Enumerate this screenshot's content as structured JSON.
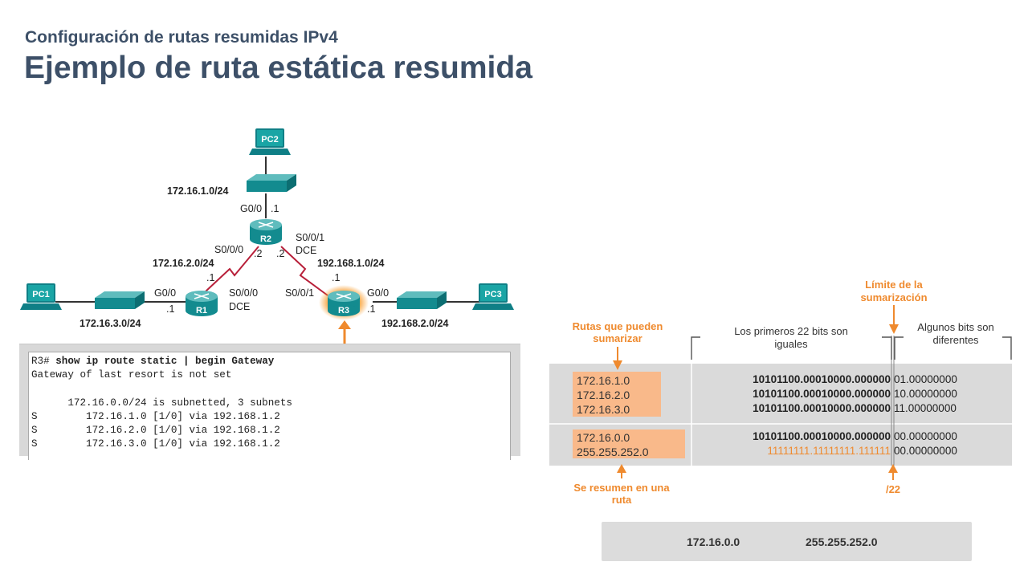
{
  "header": {
    "subtitle": "Configuración de rutas resumidas IPv4",
    "title": "Ejemplo de ruta estática resumida"
  },
  "topology": {
    "devices": {
      "pc1": "PC1",
      "pc2": "PC2",
      "pc3": "PC3",
      "r1": "R1",
      "r2": "R2",
      "r3": "R3"
    },
    "networks": {
      "lan_r2": "172.16.1.0/24",
      "link_r1_r2": "172.16.2.0/24",
      "lan_r1": "172.16.3.0/24",
      "link_r2_r3": "192.168.1.0/24",
      "lan_r3": "192.168.2.0/24"
    },
    "interfaces": {
      "r2_g00": "G0/0",
      "r2_g00_ip": ".1",
      "r2_s000": "S0/0/0",
      "r2_s000_ip": ".2",
      "r2_s001": "S0/0/1",
      "r2_s001_dce": "DCE",
      "r2_s001_ip": ".2",
      "r1_s000": "S0/0/0",
      "r1_s000_dce": "DCE",
      "r1_s000_ip": ".1",
      "r1_g00": "G0/0",
      "r1_g00_ip": ".1",
      "r3_s001": "S0/0/1",
      "r3_s001_ip": ".1",
      "r3_g00": "G0/0",
      "r3_g00_ip": ".1"
    }
  },
  "cli": {
    "prompt": "R3# ",
    "command": "show ip route static | begin Gateway",
    "lines": [
      "Gateway of last resort is not set",
      "",
      "      172.16.0.0/24 is subnetted, 3 subnets",
      "S        172.16.1.0 [1/0] via 192.168.1.2",
      "S        172.16.2.0 [1/0] via 192.168.1.2",
      "S        172.16.3.0 [1/0] via 192.168.1.2"
    ]
  },
  "summary_figure": {
    "limit_label": [
      "Límite de la",
      "sumarización"
    ],
    "routes_label": [
      "Rutas que pueden",
      "sumarizar"
    ],
    "same_bits_label": [
      "Los primeros 22 bits son",
      "iguales"
    ],
    "diff_bits_label": [
      "Algunos bits son",
      "diferentes"
    ],
    "routes": [
      "172.16.1.0",
      "172.16.2.0",
      "172.16.3.0"
    ],
    "routes_binary_same": [
      "10101100.00010000.000000",
      "10101100.00010000.000000",
      "10101100.00010000.000000"
    ],
    "routes_binary_diff": [
      "01.00000000",
      "10.00000000",
      "11.00000000"
    ],
    "summary_network": "172.16.0.0",
    "summary_mask": "255.255.252.0",
    "summary_net_binary_same": "10101100.00010000.000000",
    "summary_net_binary_diff": "00.00000000",
    "summary_mask_binary_same": "11111111.11111111.111111",
    "summary_mask_binary_diff": "00.00000000",
    "summarize_label": [
      "Se resumen en una",
      "ruta"
    ],
    "prefix_label": "/22",
    "colors": {
      "orange": "#ef8a2e",
      "box_fill": "#f9b98a",
      "panel": "#dadada"
    }
  },
  "result": {
    "network": "172.16.0.0",
    "mask": "255.255.252.0"
  }
}
